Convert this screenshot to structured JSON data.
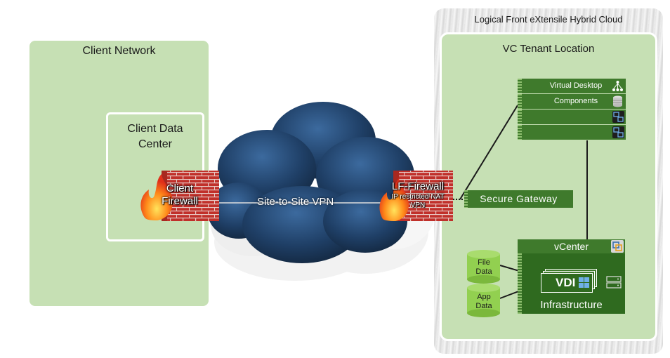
{
  "client_network": {
    "title": "Client Network"
  },
  "client_datacenter": {
    "title_line1": "Client Data",
    "title_line2": "Center"
  },
  "client_firewall": {
    "line1": "Client",
    "line2": "Firewall"
  },
  "vpn": {
    "label": "Site-to-Site VPN"
  },
  "lf_firewall": {
    "title": "LF-Firewall",
    "sub1": "IP restricted NAT",
    "sub2": "VPN"
  },
  "hybrid_cloud": {
    "title": "Logical Front eXtensile Hybrid Cloud"
  },
  "tenant": {
    "title": "VC Tenant  Location"
  },
  "virtual_desktop": {
    "line1": "Virtual Desktop",
    "line2": "Components"
  },
  "gateway": {
    "label": "Secure Gateway"
  },
  "vcenter": {
    "title": "vCenter",
    "vdi": "VDI",
    "infra": "Infrastructure"
  },
  "file_data": {
    "line1": "File",
    "line2": "Data"
  },
  "app_data": {
    "line1": "App",
    "line2": "Data"
  },
  "colors": {
    "zone_green": "#c6e0b4",
    "box_green": "#3f7a2c",
    "dark_green": "#2f6a1f",
    "cloud_blue": "#1f3f66",
    "brick_red": "#c0302a"
  }
}
